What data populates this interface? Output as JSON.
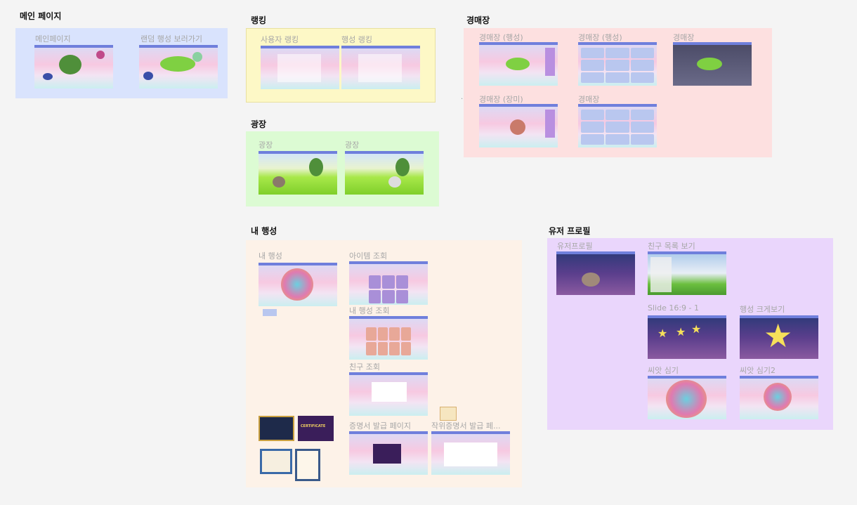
{
  "sections": {
    "main": {
      "title": "메인 페이지",
      "frames": [
        "메인페이지",
        "랜덤 행성 보러가기"
      ]
    },
    "ranking": {
      "title": "랭킹",
      "frames": [
        "사용자 랭킹",
        "행성 랭킹"
      ]
    },
    "auction": {
      "title": "경매장",
      "frames": [
        "경매장 (행성)",
        "경매장 (행성)",
        "경매장",
        "경매장 (장미)",
        "경매장"
      ]
    },
    "plaza": {
      "title": "광장",
      "frames": [
        "광장",
        "광장"
      ]
    },
    "my_planet": {
      "title": "내 행성",
      "frames": [
        "내 행성",
        "아이템 조회",
        "내 행성 조회",
        "친구 조회",
        "증명서 발급 페이지",
        "작위증명서 발급 페..."
      ]
    },
    "profile": {
      "title": "유저 프로필",
      "frames": [
        "유저프로필",
        "친구 목록 보기",
        "Slide 16:9 - 1",
        "행성 크게보기",
        "씨앗 심기",
        "씨앗 심기2"
      ]
    }
  },
  "certificate_text": "CERTIFICATE",
  "connector": "....",
  "colors": {
    "main_bg": "#d9e3fd",
    "ranking_bg": "#fdf8c6",
    "auction_bg": "#fde0e0",
    "plaza_bg": "#dcfbd3",
    "my_planet_bg": "#fdf2e8",
    "profile_bg": "#ead6fc"
  }
}
